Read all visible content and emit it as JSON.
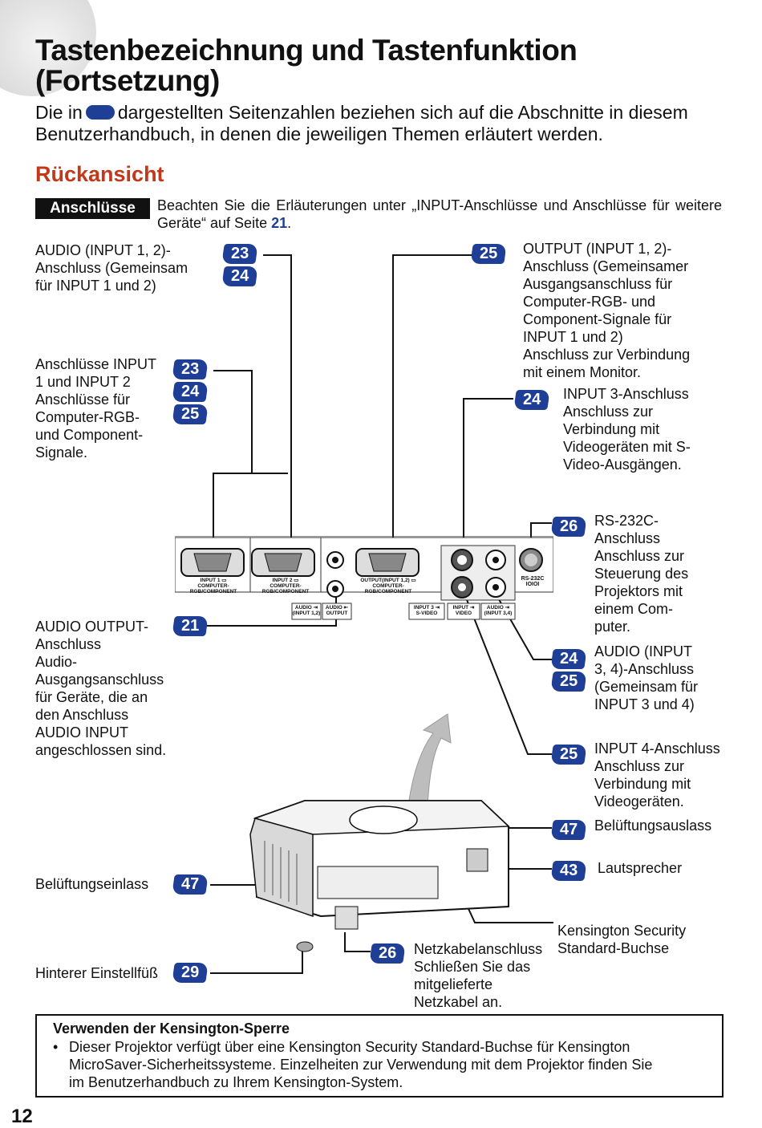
{
  "header": {
    "title_line1": "Tastenbezeichnung und Tastenfunktion",
    "title_line2": "(Fortsetzung)",
    "intro_before": "Die in",
    "intro_after": "dargestellten Seitenzahlen beziehen sich auf die Abschnitte in diesem Benutzerhandbuch, in denen die jeweiligen Themen erläutert werden."
  },
  "section": {
    "title": "Rückansicht",
    "tag": "Anschlüsse",
    "tag_desc_before": "Beachten Sie die Erläuterungen unter „INPUT-Anschlüsse und Anschlüsse für weitere Geräte“ auf Seite",
    "tag_desc_ref": "21",
    "tag_desc_after": "."
  },
  "callouts": {
    "audio_input12": {
      "lines": [
        "AUDIO (INPUT 1, 2)-",
        "Anschluss (Gemeinsam",
        "für INPUT 1 und 2)"
      ],
      "badges": [
        "23",
        "24"
      ]
    },
    "input12": {
      "title_lines": [
        "Anschlüsse INPUT",
        "1 und INPUT 2"
      ],
      "desc_lines": [
        "Anschlüsse für",
        "Computer-RGB-",
        "und Component-",
        "Signale."
      ],
      "badges": [
        "23",
        "24",
        "25"
      ]
    },
    "output": {
      "title_lines": [
        "OUTPUT (INPUT 1, 2)-",
        "Anschluss (Gemeinsamer",
        "Ausgangsanschluss für",
        "Computer-RGB- und",
        "Component-Signale für",
        "INPUT 1 und 2)"
      ],
      "desc_lines": [
        "Anschluss zur Verbindung",
        "mit einem Monitor."
      ],
      "badge": "25"
    },
    "input3": {
      "title": "INPUT 3-Anschluss",
      "desc_lines": [
        "Anschluss zur",
        "Verbindung mit",
        "Videogeräten mit S-",
        "Video-Ausgängen."
      ],
      "badge": "24"
    },
    "rs232c": {
      "title_lines": [
        "RS-232C-",
        "Anschluss"
      ],
      "desc_lines": [
        "Anschluss zur",
        "Steuerung des",
        "Projektors mit",
        "einem Com-",
        "puter."
      ],
      "badge": "26"
    },
    "audio_output": {
      "title_lines": [
        "AUDIO OUTPUT-",
        "Anschluss"
      ],
      "desc_lines": [
        "Audio-",
        "Ausgangsanschluss",
        "für Geräte, die an",
        "den Anschluss",
        "AUDIO INPUT",
        "angeschlossen sind."
      ],
      "badge": "21"
    },
    "audio_input34": {
      "lines": [
        "AUDIO (INPUT",
        "3, 4)-Anschluss",
        "(Gemeinsam für",
        "INPUT 3 und 4)"
      ],
      "badges": [
        "24",
        "25"
      ]
    },
    "input4": {
      "title": "INPUT 4-Anschluss",
      "desc_lines": [
        "Anschluss zur",
        "Verbindung mit",
        "Videogeräten."
      ],
      "badge": "25"
    },
    "exhaust": {
      "title": "Belüftungsauslass",
      "badge": "47"
    },
    "speaker": {
      "title": "Lautsprecher",
      "badge": "43"
    },
    "intake": {
      "title": "Belüftungseinlass",
      "badge": "47"
    },
    "kensington": {
      "lines": [
        "Kensington Security",
        "Standard-Buchse"
      ]
    },
    "foot": {
      "title": "Hinterer Einstellfüß",
      "badge": "29"
    },
    "power": {
      "title": "Netzkabelanschluss",
      "desc_lines": [
        "Schließen Sie das",
        "mitgelieferte",
        "Netzkabel an."
      ],
      "badge": "26"
    }
  },
  "panel_labels": {
    "input1": [
      "INPUT 1 ▭",
      "COMPUTER-RGB/COMPONENT"
    ],
    "input2": [
      "INPUT 2 ▭",
      "COMPUTER-RGB/COMPONENT"
    ],
    "output": [
      "OUTPUT(INPUT 1,2) ▭",
      "COMPUTER-RGB/COMPONENT"
    ],
    "audio_in12": [
      "AUDIO ⇥",
      "(INPUT 1,2)"
    ],
    "audio_out": [
      "AUDIO ⇤",
      "OUTPUT"
    ],
    "input3": [
      "INPUT 3 ⇥",
      "S-VIDEO"
    ],
    "input4": [
      "INPUT ⇥",
      "VIDEO"
    ],
    "audio_in34": [
      "AUDIO ⇥",
      "(INPUT 3,4)"
    ],
    "rs232c": [
      "RS-232C",
      "IOIOI"
    ]
  },
  "note": {
    "title": "Verwenden der Kensington-Sperre",
    "bullet": "•",
    "lines": [
      "Dieser Projektor verfügt über eine Kensington Security Standard-Buchse für Kensington",
      "MicroSaver-Sicherheitssysteme. Einzelheiten zur Verwendung mit dem Projektor finden Sie",
      "im Benutzerhandbuch zu Ihrem Kensington-System."
    ]
  },
  "page_number": "12",
  "colors": {
    "badge": "#1f3f96",
    "section": "#c0391b",
    "tag_bg": "#111111"
  }
}
